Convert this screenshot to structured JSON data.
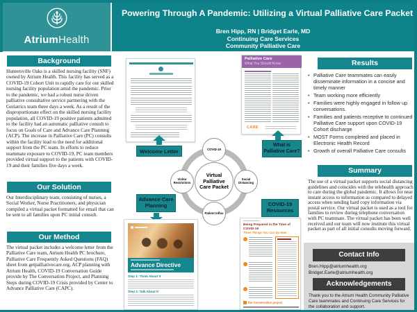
{
  "header": {
    "title": "Powering Through A Pandemic: Utilizing a Virtual Palliative Care Packet",
    "authors": "Bren Hipp, RN | Bridget Earle, MD",
    "dept_line1": "Continuing Care Services",
    "dept_line2": "Community Palliative Care",
    "brand_bold": "Atrium",
    "brand_light": "Health"
  },
  "left_column": {
    "background_title": "Background",
    "background_body": "Huntersville Oaks is a skilled nursing facility (SNF) owned by Atrium Health. This facility has served as a COVID-19 Cohort Unit to rapidly care for our skilled nursing facility population amid the pandemic.  Prior to the pandemic, we had a robust nurse driven palliative consultative service partnering with the Geriatrics team three days a week. As a result of the disproportionate effect on the skilled nursing facility population, all COVID-19 positive patients admitted to the facility had an automatic palliative consult to focus on Goals of Care and Advance Care Planning (ACP).  The increase in Palliative Care (PC) consults within the facility lead to the need for additional support from the PC team. In efforts to reduce teammate exposure to COVID-19, PC team members provided virtual support to the patients with COVID-19 and their families five days a week.",
    "solution_title": "Our Solution",
    "solution_body": "Our Interdisciplinary team, consisting of nurses, a Social Worker, Nurse Practitioners, and physician compiled a virtual packet formatted for email that can be sent to all families upon PC initial consult.",
    "method_title": "Our Method",
    "method_body": "The virtual packet includes a welcome letter from the Palliative Care team, Atrium Health PC brochure, Palliative Care Frequently Asked Questions (FAQ) sheet from getpalliativecare.org, ACP planning with Atrium Health, COVID-19 Conversation Guide provide by The Conversation Project, and Planning Steps during COVID-19 Crisis provided by Center to Advance Palliative Care (CAPC)."
  },
  "center": {
    "welcome_label": "Welcome Letter",
    "what_is_label": "What is Palliative Care?",
    "acp_label": "Advance Care Planning",
    "covid_label": "COVID-19 Resources",
    "cycle_center": "Virtual Palliative Care Packet",
    "cycle_top": "COVID-19",
    "cycle_left": "Visitor Restrictions",
    "cycle_right": "Social Distancing",
    "cycle_bottom": "Patient Influx",
    "faq_doc_title": "Palliative Care",
    "faq_doc_subtitle": "What You Should Know",
    "faq_doc_footer": "CARE",
    "ad_doc_title": "Advance Directive",
    "ad_doc_step1": "Step 1: Think About It",
    "ad_doc_step2": "Step 2: Talk About It",
    "prep_doc_title": "Being Prepared in the Time of COVID-19",
    "prep_doc_subtitle": "Three Things You Can Do Now",
    "prep_doc_footer": "the Conversation project"
  },
  "right_column": {
    "results_title": "Results",
    "results_bullets": [
      "Palliative Care teammates can easily disseminate information in a concise and timely manner",
      "Team working more efficiently",
      "Families were highly engaged in follow up conversations.",
      "Families and patients receptive to continued Palliative Care support upon COVID-19 Cohort discharge",
      "MOST Forms completed and placed in Electronic Health Record",
      "Growth of overall Palliative Care consults"
    ],
    "summary_title": "Summary",
    "summary_body": "The use of a virtual packet supports social distancing guidelines and coincides with the telehealth approach to care during the global pandemic. It allows for near instant access to information as compared to delayed access when sending hard copy information via postal service. Our virtual packet is used as a tool for families to review during telephone conversation with PC teammate. The virtual packet has been well received and our team will now institute this virtual packet as part of all initial consults moving forward.",
    "contact_title": "Contact Info",
    "contact_email1": "Bren.Hipp@atriumhealth.org",
    "contact_email2": "Bridget.Earle@atriumhealth.org",
    "ack_title": "Acknowledgements",
    "ack_body": "Thank you to the Atrium Health Community Palliative Care teammates and Continuing Care Services for the collaboration and support."
  },
  "colors": {
    "teal_header_left": "#2F9296",
    "teal_header_right": "#0E838A",
    "teal_section_bar": "#15868D",
    "charcoal_bar": "#3E3E3E",
    "panel_gray": "#D7D7D7",
    "purple_faq": "#9B64A8",
    "orange_accent": "#EF8A1D",
    "dark_red_title": "#8E2A1E"
  }
}
